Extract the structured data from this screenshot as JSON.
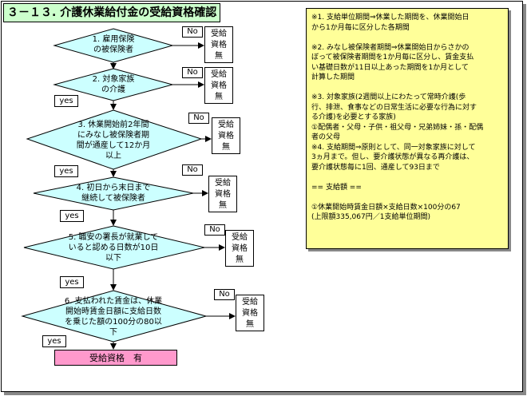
{
  "title": "３－１３. 介護休業給付金の受給資格確認",
  "steps": [
    {
      "label": "1. 雇用保険\nの被保険者",
      "no": "No",
      "result": "受給\n資格\n無"
    },
    {
      "label": "2. 対象家族\nの介護",
      "no": "No",
      "result": "受給\n資格\n無",
      "yes": "yes"
    },
    {
      "label": "3. 休業開始前2年間\nにみなし被保険者期\n間が通産して12か月\n以上",
      "no": "No",
      "result": "受給\n資格\n無",
      "yes": "yes"
    },
    {
      "label": "4. 初日から末日まで\n継続して被保険者",
      "no": "No",
      "result": "受給\n資格\n無",
      "yes": "yes"
    },
    {
      "label": "5. 職安の署長が就業して\nいると認める日数が10日\n以下",
      "no": "No",
      "result": "受給\n資格\n無",
      "yes": "yes"
    },
    {
      "label": "6. 支払われた賃金は、休業\n開始時賃金日額に支給日数\nを乗じた額の100分の80以\n下",
      "no": "No",
      "result": "受給\n資格\n無",
      "yes": "yes"
    }
  ],
  "last_yes": "yes",
  "final": "受給資格　有",
  "notes": "※1. 支給単位期間⇒休業した期間を、休業開始日\nから1か月毎に区分した各期間\n\n※2. みなし被保険者期間⇒休業開始日からさかの\nぼって被保険者期間を1か月毎に区分し、賃金支払\nい基礎日数が11日以上あった期間を1か月として\n計算した期間\n\n※3. 対象家族(2週間以上にわたって常時介護(歩\n行、排泄、食事などの日常生活に必要な行為に対す\nる介護)を必要とする家族)\n①配偶者・父母・子供・祖父母・兄弟姉妹・孫・配偶\n者の父母\n※4. 支給期間⇒原則として、同一対象家族に対して\n3ヵ月まで。但し、要介護状態が異なる再介護は、\n要介護状態毎に1回、通産して93日まで\n\n== 支給額 ==\n\n①休業開始時賃金日額×支給日数×100分の67\n(上限額335,067円／1支給単位期間)"
}
